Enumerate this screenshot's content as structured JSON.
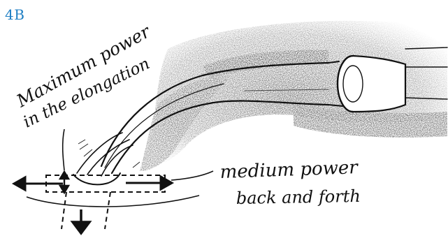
{
  "figure_label": "4B",
  "annotations": {
    "max_power_line1": "Maximum power",
    "max_power_line2": "in the elongation",
    "medium_power_line1": "medium power",
    "medium_power_line2": "back and forth"
  },
  "colors": {
    "label_blue": "#1f7fc4",
    "ink": "#111111",
    "shading": "#2a2a2a"
  }
}
